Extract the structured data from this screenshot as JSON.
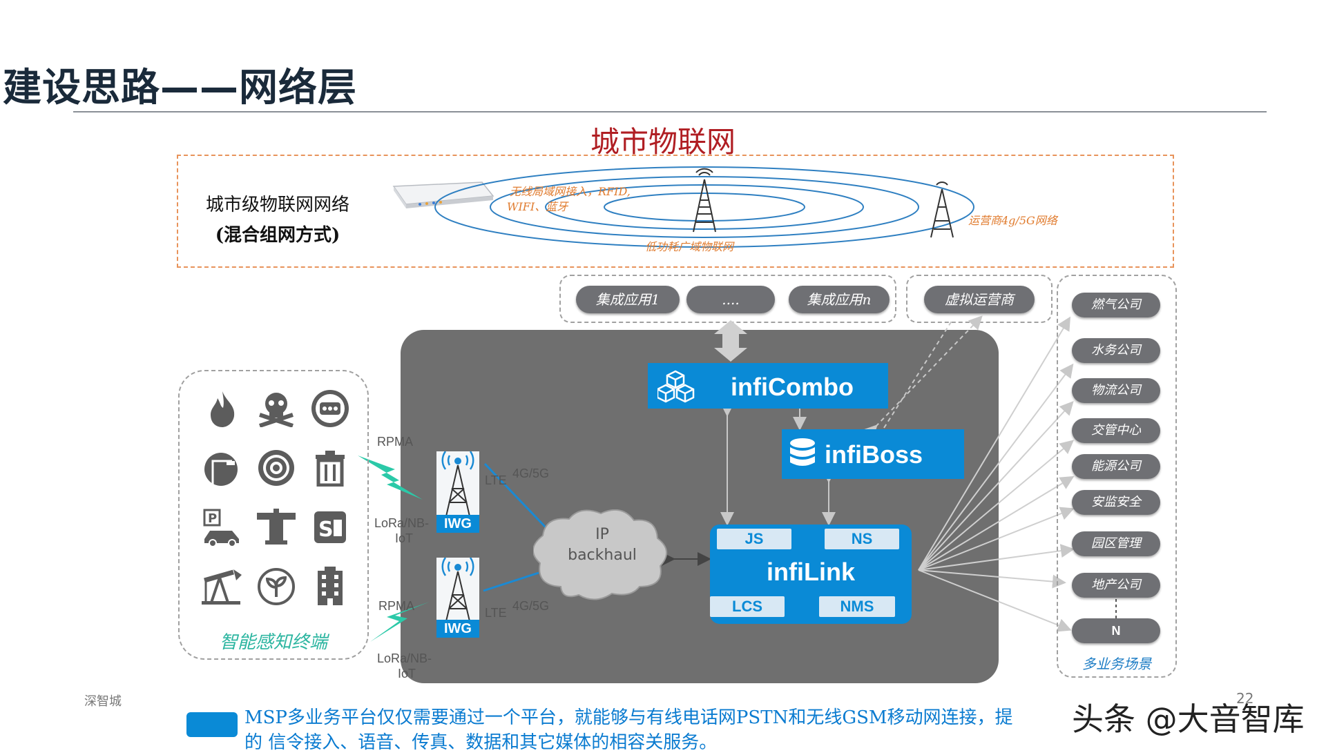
{
  "header": {
    "title": "建设思路——网络层"
  },
  "iot_section": {
    "title": "城市物联网",
    "network_label_line1": "城市级物联网网络",
    "network_label_line2": "(混合组网方式)",
    "wlan_line1": "无线局域网接入，RFID,",
    "wlan_line2": "WIFI、蓝牙",
    "lpwan_label": "低功耗广域物联网",
    "operator_label": "运营商4g/5G网络"
  },
  "integration_apps": [
    "集成应用1",
    "....",
    "集成应用n"
  ],
  "virtual_operator": "虚拟运营商",
  "platform": {
    "combo": "infiCombo",
    "boss": "infiBoss",
    "link": "infiLink",
    "link_modules": [
      "JS",
      "NS",
      "LCS",
      "NMS"
    ]
  },
  "backhaul": {
    "line1": "IP",
    "line2": "backhaul"
  },
  "gateways": [
    {
      "name": "IWG",
      "lte": "LTE",
      "band": "4G/5G",
      "rpma": "RPMA",
      "lora_line1": "LoRa/NB-",
      "lora_line2": "IoT"
    },
    {
      "name": "IWG",
      "lte": "LTE",
      "band": "4G/5G",
      "rpma": "RPMA",
      "lora_line1": "LoRa/NB-",
      "lora_line2": "IoT"
    }
  ],
  "terminals": {
    "label": "智能感知终端",
    "icons": [
      "fire-icon",
      "hazard-skull-icon",
      "meter-icon",
      "street-lamp-icon",
      "smoke-detector-icon",
      "trash-bin-icon",
      "parking-icon",
      "hydrant-icon",
      "manhole-icon",
      "oil-pump-icon",
      "agriculture-icon",
      "building-icon"
    ]
  },
  "scenarios": {
    "label": "多业务场景",
    "items": [
      "燃气公司",
      "水务公司",
      "物流公司",
      "交管中心",
      "能源公司",
      "安监安全",
      "园区管理",
      "地产公司",
      "N"
    ]
  },
  "footer": {
    "brand": "深智城",
    "page_number": "22",
    "text_line1": "MSP多业务平台仅仅需要通过一个平台，就能够与有线电话网PSTN和无线GSM移动网连接，提",
    "text_line2": "的 信令接入、语音、传真、数据和其它媒体的相容关服务。",
    "watermark": "头条 @大音智库"
  },
  "colors": {
    "accent_blue": "#0a8ad6",
    "title_red": "#b01e23",
    "orange": "#e07b2e",
    "core_gray": "#6f6f6f"
  }
}
